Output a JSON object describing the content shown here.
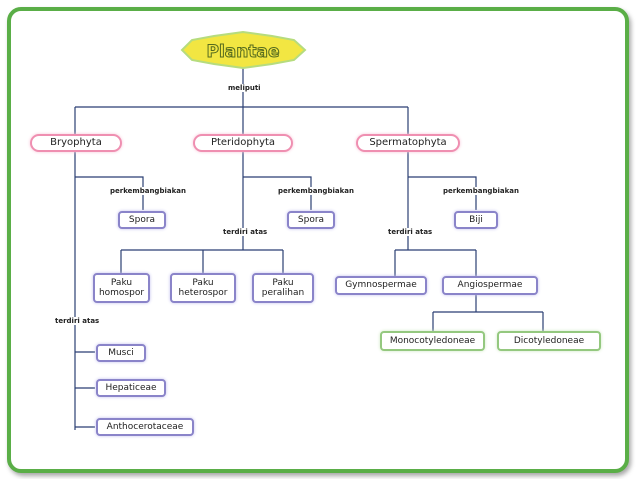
{
  "root": {
    "label": "Plantae"
  },
  "edge_labels": {
    "meliputi": "meliputi",
    "perkembangbiakan": "perkembangbiakan",
    "terdiri_atas": "terdiri atas"
  },
  "divisions": {
    "bryophyta": "Bryophyta",
    "pteridophyta": "Pteridophyta",
    "spermatophyta": "Spermatophyta"
  },
  "reproduction": {
    "bryophyta": "Spora",
    "pteridophyta": "Spora",
    "spermatophyta": "Biji"
  },
  "bryophyta_members": [
    "Musci",
    "Hepaticeae",
    "Anthocerotaceae"
  ],
  "pteridophyta_members": [
    {
      "line1": "Paku",
      "line2": "homospor"
    },
    {
      "line1": "Paku",
      "line2": "heterospor"
    },
    {
      "line1": "Paku",
      "line2": "peralihan"
    }
  ],
  "spermatophyta_members": [
    "Gymnospermae",
    "Angiospermae"
  ],
  "angiospermae_members": [
    "Monocotyledoneae",
    "Dicotyledoneae"
  ],
  "colors": {
    "frame": "#5aae47",
    "line": "#2b3f73",
    "division_border": "#ef8fb1",
    "leaf_border": "#8a84c9",
    "angio_border": "#94c87f",
    "root_fill": "#f2e642",
    "root_border": "#b6dc7e"
  }
}
